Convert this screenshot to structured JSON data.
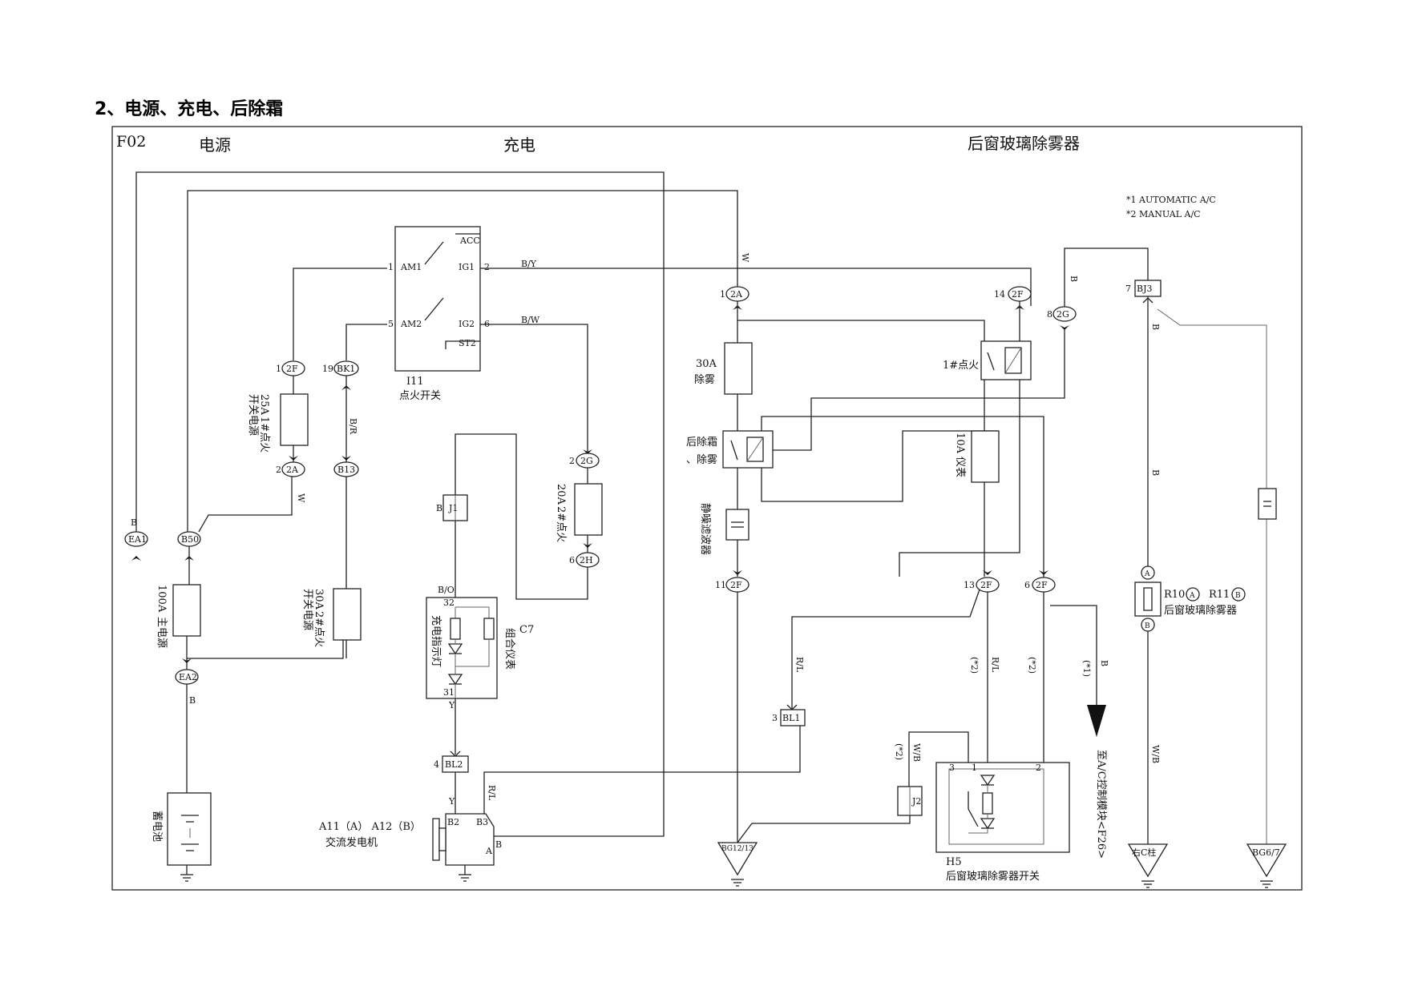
{
  "title": "2、电源、充电、后除霜",
  "frame": {
    "code": "F02"
  },
  "sections": {
    "power": "电源",
    "charge": "充电",
    "defog": "后窗玻璃除雾器"
  },
  "notes": [
    "*1 AUTOMATIC A/C",
    "*2 MANUAL A/C"
  ],
  "ignition": {
    "id": "I11",
    "name": "点火开关",
    "terminals": [
      "ACC",
      "AM1",
      "IG1",
      "AM2",
      "IG2",
      "ST2"
    ],
    "pins": {
      "am1": "1",
      "ig1": "2",
      "am2": "5",
      "ig2": "6"
    },
    "wires": {
      "ig1": "B/Y",
      "ig2": "B/W"
    }
  },
  "connectors": {
    "c2f_1": {
      "pin": "1",
      "id": "2F"
    },
    "c2a_2": {
      "pin": "2",
      "id": "2A"
    },
    "bk1": {
      "pin": "19",
      "id": "BK1"
    },
    "b13": {
      "id": "B13"
    },
    "ea1": {
      "id": "EA1"
    },
    "b50": {
      "id": "B50"
    },
    "ea2": {
      "id": "EA2"
    },
    "c2g_2": {
      "pin": "2",
      "id": "2G"
    },
    "c2h_6": {
      "pin": "6",
      "id": "2H"
    },
    "j1": {
      "id": "J1"
    },
    "bl2": {
      "pin": "4",
      "id": "BL2"
    },
    "c2a_1": {
      "pin": "1",
      "id": "2A"
    },
    "c2f_14": {
      "pin": "14",
      "id": "2F"
    },
    "c2g_8": {
      "pin": "8",
      "id": "2G"
    },
    "bj3": {
      "pin": "7",
      "id": "BJ3"
    },
    "c2f_11": {
      "pin": "11",
      "id": "2F"
    },
    "c2f_13": {
      "pin": "13",
      "id": "2F"
    },
    "c2f_6": {
      "pin": "6",
      "id": "2F"
    },
    "bl1": {
      "pin": "3",
      "id": "BL1"
    },
    "j2": {
      "id": "J2"
    }
  },
  "fuses": {
    "f25a": {
      "rating": "25A",
      "name": "1#点火",
      "group": "开关电源"
    },
    "f100a": {
      "rating": "100A",
      "name": "主电源"
    },
    "f30a_sw": {
      "rating": "30A",
      "name": "2#点火",
      "group": "开关电源"
    },
    "f20a": {
      "rating": "20A",
      "name": "2#点火"
    },
    "f30a_defog": {
      "rating": "30A",
      "name": "除雾"
    },
    "f10a": {
      "rating": "10A",
      "name": "仪表"
    }
  },
  "wire_colors": {
    "ea1": "B",
    "c2a": "W",
    "bk1_b13": "B/R",
    "ea2": "B",
    "j1": "B",
    "bo": "B/O",
    "y_cluster": "Y",
    "y_alt": "Y",
    "rl_alt": "R/L",
    "w_top": "W",
    "b_2g": "B",
    "b_bj3_a": "B",
    "b_bj3_b": "B",
    "rl_bl1": "R/L",
    "rl_13": "R/L",
    "note_13": "(*2)",
    "note_6": "(*2)",
    "b_ac": "B",
    "note_ac": "(*1)",
    "wb_j2": "W/B",
    "note_j2": "(*2)",
    "wb_gnd": "W/B"
  },
  "components": {
    "battery": "蓄电池",
    "alternator": {
      "id": "A11（A） A12（B）",
      "name": "交流发电机",
      "b2": "B2",
      "b3": "B3",
      "a": "A",
      "b": "B"
    },
    "cluster": {
      "id": "C7",
      "name": "组合仪表",
      "lamp": "充电指示灯",
      "pin_top": "32",
      "pin_bottom": "31"
    },
    "relay_ign": "1#点火",
    "relay_defog_a": "后除霜",
    "relay_defog_b": "、除雾",
    "noise_filter": "静噪滤波器",
    "defogger": {
      "id_a": "R10",
      "ta": "A",
      "id_b": "R11",
      "tb": "B",
      "name": "后窗玻璃除雾器",
      "pin_a": "A",
      "pin_b": "B"
    },
    "switch": {
      "id": "H5",
      "name": "后窗玻璃除雾器开关",
      "p3": "3",
      "p1": "1",
      "p2": "2"
    },
    "ac_module": "至A/C控制模块<F26>"
  },
  "grounds": {
    "bg12": "BG12/13",
    "right_c": "右C柱",
    "bg6": "BG6/7"
  }
}
